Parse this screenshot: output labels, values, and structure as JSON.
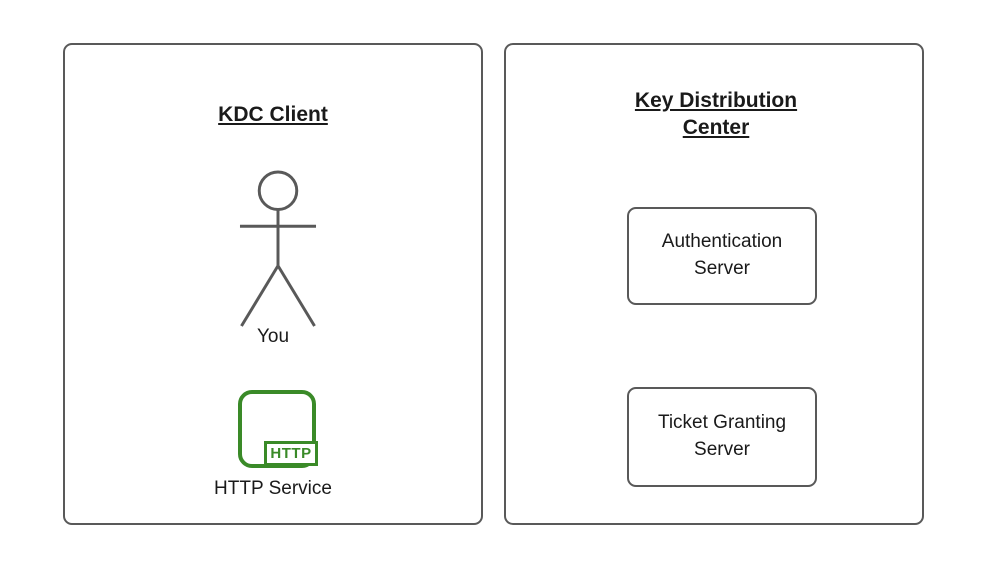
{
  "client_panel": {
    "title": "KDC Client",
    "actor_label": "You",
    "service_icon_text": "HTTP",
    "service_label": "HTTP Service"
  },
  "kdc_panel": {
    "title": "Key Distribution Center",
    "nodes": [
      {
        "label": "Authentication Server"
      },
      {
        "label": "Ticket Granting Server"
      }
    ]
  },
  "colors": {
    "box_stroke": "#595959",
    "text": "#1a1a1a",
    "accent_green": "#3a8a28",
    "background": "#ffffff"
  }
}
